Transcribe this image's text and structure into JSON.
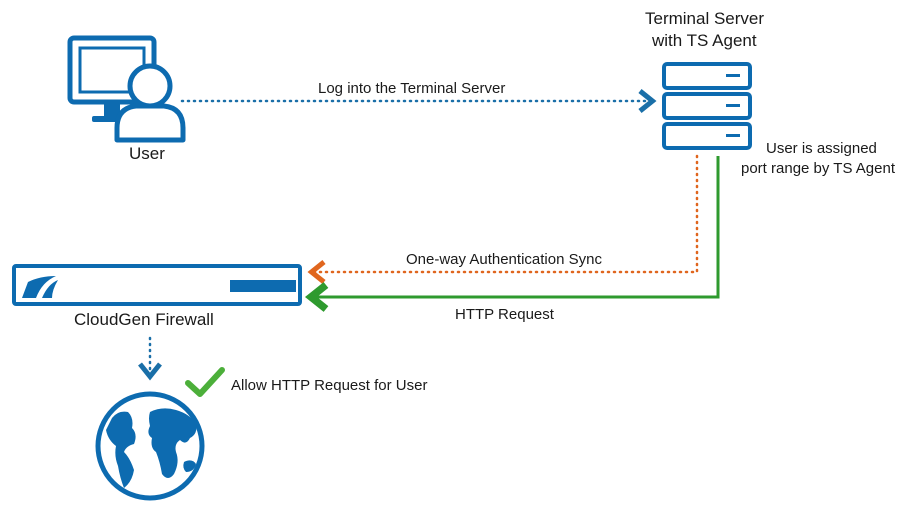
{
  "nodes": {
    "user": {
      "label": "User",
      "icon": "user-workstation-icon"
    },
    "terminal_server": {
      "label_line1": "Terminal Server",
      "label_line2": "with TS Agent",
      "icon": "server-stack-icon"
    },
    "firewall": {
      "label": "CloudGen Firewall",
      "icon": "firewall-appliance-icon"
    },
    "internet": {
      "icon": "globe-icon"
    }
  },
  "edges": {
    "login": {
      "label": "Log into the Terminal Server",
      "style": "dotted",
      "color": "#1a6fa8"
    },
    "port_range": {
      "label_line1": "User is assigned",
      "label_line2": "port range by TS Agent"
    },
    "auth_sync": {
      "label": "One-way Authentication Sync",
      "style": "dotted",
      "color": "#e0661e"
    },
    "http_request": {
      "label": "HTTP Request",
      "style": "solid",
      "color": "#2e9a2e"
    },
    "allow": {
      "label": "Allow HTTP Request for User",
      "icon": "checkmark-icon",
      "color": "#4caf3a"
    }
  },
  "colors": {
    "primary_blue": "#0d6bb0",
    "orange": "#e0661e",
    "green": "#2e9a2e",
    "check_green": "#4caf3a"
  }
}
